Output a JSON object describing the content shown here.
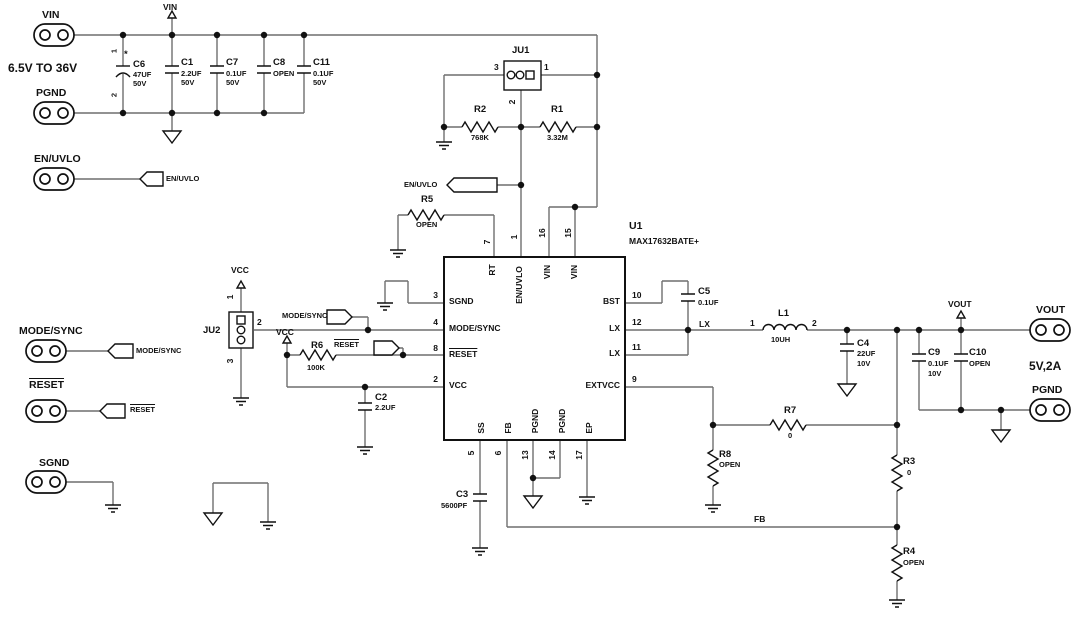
{
  "schematic": {
    "input_label": "6.5V TO 36V",
    "output_label": "5V,2A"
  },
  "connectors": {
    "vin": "VIN",
    "pgnd_in": "PGND",
    "en_uvlo": "EN/UVLO",
    "mode_sync": "MODE/SYNC",
    "reset": "RESET",
    "sgnd": "SGND",
    "vout": "VOUT",
    "pgnd_out": "PGND"
  },
  "net_labels": {
    "vin": "VIN",
    "vcc_ju2": "VCC",
    "vcc_r6": "VCC",
    "vout": "VOUT",
    "lx": "LX",
    "fb": "FB",
    "tag_en_uvlo_left": "EN/UVLO",
    "tag_en_uvlo_ju1": "EN/UVLO",
    "tag_mode_sync_left": "MODE/SYNC",
    "tag_mode_sync_ju2": "MODE/SYNC",
    "tag_reset_left": "RESET",
    "tag_reset_ju2": "RESET"
  },
  "ic": {
    "ref": "U1",
    "part": "MAX17632BATE+",
    "pins": {
      "rt": {
        "num": "7",
        "name": "RT"
      },
      "en": {
        "num": "1",
        "name": "EN/UVLO"
      },
      "vin16": {
        "num": "16",
        "name": "VIN"
      },
      "vin15": {
        "num": "15",
        "name": "VIN"
      },
      "sgnd": {
        "num": "3",
        "name": "SGND"
      },
      "mode": {
        "num": "4",
        "name": "MODE/SYNC"
      },
      "reset": {
        "num": "8",
        "name": "RESET"
      },
      "vcc": {
        "num": "2",
        "name": "VCC"
      },
      "bst": {
        "num": "10",
        "name": "BST"
      },
      "lx12": {
        "num": "12",
        "name": "LX"
      },
      "lx11": {
        "num": "11",
        "name": "LX"
      },
      "extvcc": {
        "num": "9",
        "name": "EXTVCC"
      },
      "ss": {
        "num": "5",
        "name": "SS"
      },
      "fb": {
        "num": "6",
        "name": "FB"
      },
      "pgnd13": {
        "num": "13",
        "name": "PGND"
      },
      "pgnd14": {
        "num": "14",
        "name": "PGND"
      },
      "ep": {
        "num": "17",
        "name": "EP"
      }
    }
  },
  "jumpers": {
    "ju1": {
      "ref": "JU1",
      "p1": "1",
      "p2": "2",
      "p3": "3"
    },
    "ju2": {
      "ref": "JU2",
      "p1": "1",
      "p2": "2",
      "p3": "3"
    }
  },
  "components": {
    "c6": {
      "ref": "C6",
      "value": "47UF",
      "rating": "50V",
      "p1": "1",
      "p2": "2",
      "polarity": "*"
    },
    "c1": {
      "ref": "C1",
      "value": "2.2UF",
      "rating": "50V"
    },
    "c7": {
      "ref": "C7",
      "value": "0.1UF",
      "rating": "50V"
    },
    "c8": {
      "ref": "C8",
      "value": "OPEN"
    },
    "c11": {
      "ref": "C11",
      "value": "0.1UF",
      "rating": "50V"
    },
    "c2": {
      "ref": "C2",
      "value": "2.2UF"
    },
    "c3": {
      "ref": "C3",
      "value": "5600PF"
    },
    "c5": {
      "ref": "C5",
      "value": "0.1UF"
    },
    "c4": {
      "ref": "C4",
      "value": "22UF",
      "rating": "10V"
    },
    "c9": {
      "ref": "C9",
      "value": "0.1UF",
      "rating": "10V"
    },
    "c10": {
      "ref": "C10",
      "value": "OPEN"
    },
    "r1": {
      "ref": "R1",
      "value": "3.32M"
    },
    "r2": {
      "ref": "R2",
      "value": "768K"
    },
    "r5": {
      "ref": "R5",
      "value": "OPEN"
    },
    "r6": {
      "ref": "R6",
      "value": "100K"
    },
    "r7": {
      "ref": "R7",
      "value": "0"
    },
    "r8": {
      "ref": "R8",
      "value": "OPEN"
    },
    "r3": {
      "ref": "R3",
      "value": "0"
    },
    "r4": {
      "ref": "R4",
      "value": "OPEN"
    },
    "l1": {
      "ref": "L1",
      "value": "10UH",
      "p1": "1",
      "p2": "2"
    }
  }
}
